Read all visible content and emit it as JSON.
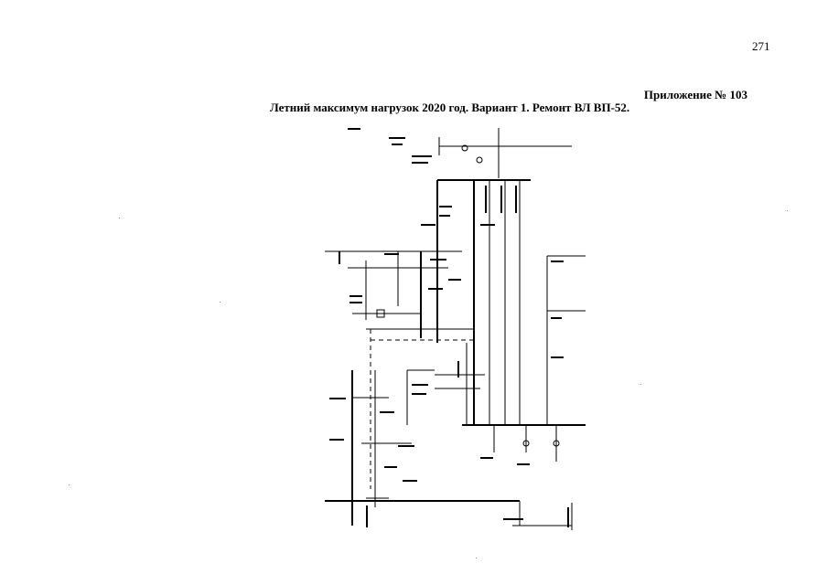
{
  "page": {
    "number": "271",
    "appendix_label": "Приложение № 103",
    "title": "Летний максимум нагрузок 2020 год. Вариант 1. Ремонт ВЛ ВП-52."
  },
  "diagram": {
    "kind": "power-grid single-line schematic (illegible small labels)"
  }
}
